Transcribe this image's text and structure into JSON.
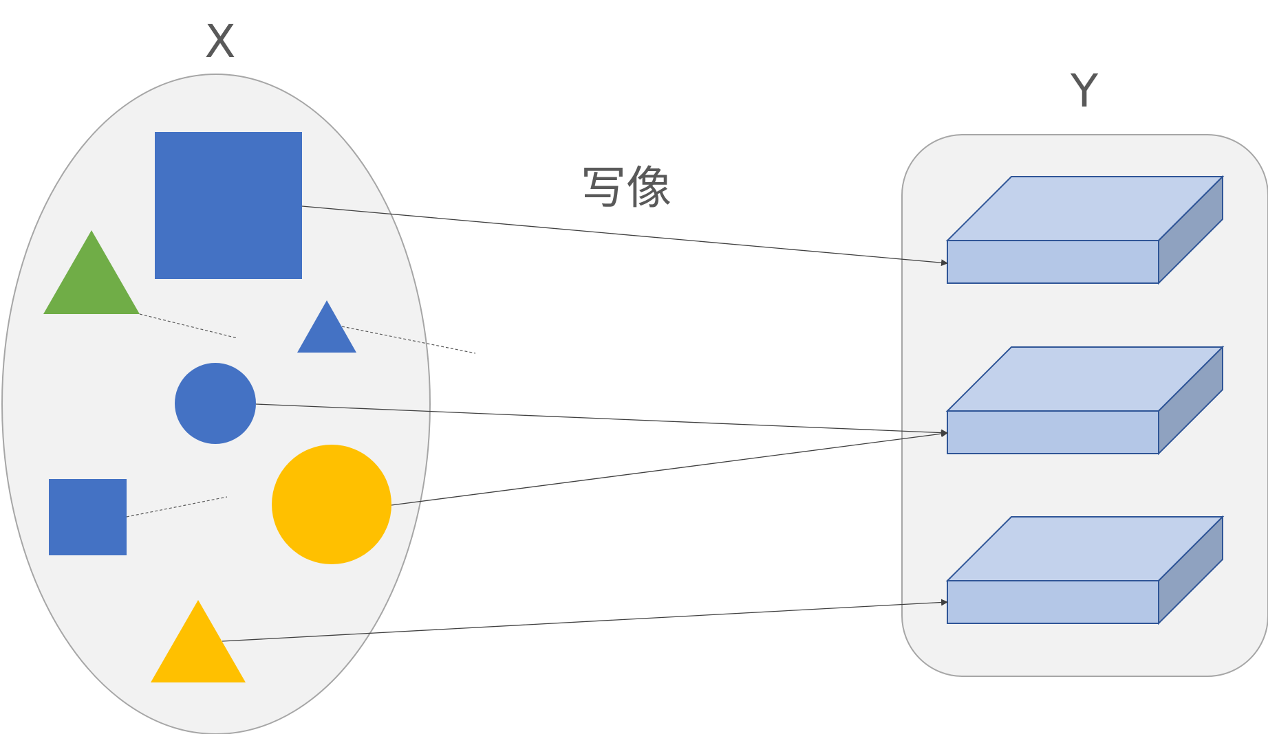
{
  "domain_set": {
    "label": "X",
    "fill_color": "#F2F2F2",
    "stroke_color": "#A6A6A6"
  },
  "codomain_set": {
    "label": "Y",
    "fill_color": "#F2F2F2",
    "stroke_color": "#A6A6A6"
  },
  "mapping_label": "写像",
  "colors": {
    "blue": "#4472C4",
    "green": "#70AD47",
    "yellow": "#FFC000",
    "box_top": "#C3D2EC",
    "box_front": "#B4C7E7",
    "box_side": "#8FA2C0",
    "box_edge": "#2F5597",
    "arrow": "#404040",
    "dashed": "#595959",
    "label_text": "#595959"
  },
  "domain_elements": [
    {
      "shape": "square",
      "color": "blue",
      "mapped_to": 1
    },
    {
      "shape": "triangle",
      "color": "green",
      "mapped_to": null
    },
    {
      "shape": "triangle",
      "color": "blue",
      "mapped_to": null
    },
    {
      "shape": "circle",
      "color": "blue",
      "mapped_to": 2
    },
    {
      "shape": "square",
      "color": "blue",
      "mapped_to": null
    },
    {
      "shape": "circle",
      "color": "yellow",
      "mapped_to": 2
    },
    {
      "shape": "triangle",
      "color": "yellow",
      "mapped_to": 3
    }
  ],
  "codomain_elements": [
    {
      "shape": "box",
      "index": 1
    },
    {
      "shape": "box",
      "index": 2
    },
    {
      "shape": "box",
      "index": 3
    }
  ]
}
